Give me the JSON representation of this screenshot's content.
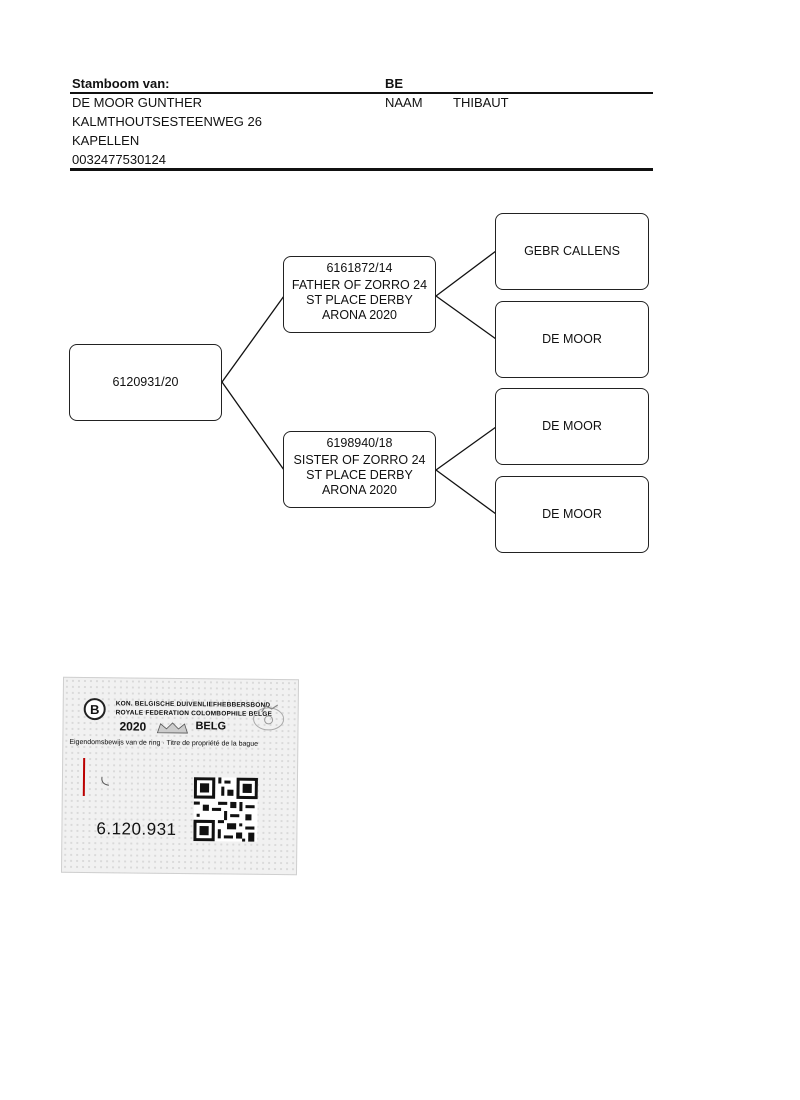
{
  "header": {
    "pedigree_of_label": "Stamboom van:",
    "owner_name": "DE MOOR GUNTHER",
    "street": "KALMTHOUTSESTEENWEG 26",
    "city": "KAPELLEN",
    "phone": "0032477530124",
    "country_code": "BE",
    "name_label": "NAAM",
    "name_value": "THIBAUT"
  },
  "pedigree": {
    "subject": {
      "ring": "6120931/20"
    },
    "father": {
      "ring": "6161872/14",
      "note": "FATHER OF ZORRO 24 ST PLACE DERBY ARONA 2020"
    },
    "mother": {
      "ring": "6198940/18",
      "note": "SISTER OF ZORRO 24 ST PLACE DERBY ARONA 2020"
    },
    "paternal_grandfather": {
      "name": "GEBR CALLENS"
    },
    "paternal_grandmother": {
      "name": "DE MOOR"
    },
    "maternal_grandfather": {
      "name": "DE MOOR"
    },
    "maternal_grandmother": {
      "name": "DE MOOR"
    }
  },
  "ownership_card": {
    "org_nl": "KON. BELGISCHE DUIVENLIEFHEBBERSBOND",
    "org_fr": "ROYALE FEDERATION COLOMBOPHILE BELGE",
    "year": "2020",
    "country": "BELG",
    "title": "Eigendomsbewijs van de ring · Titre de propriété de la bague",
    "ring_number": "6.120.931",
    "logo_letter": "B"
  }
}
